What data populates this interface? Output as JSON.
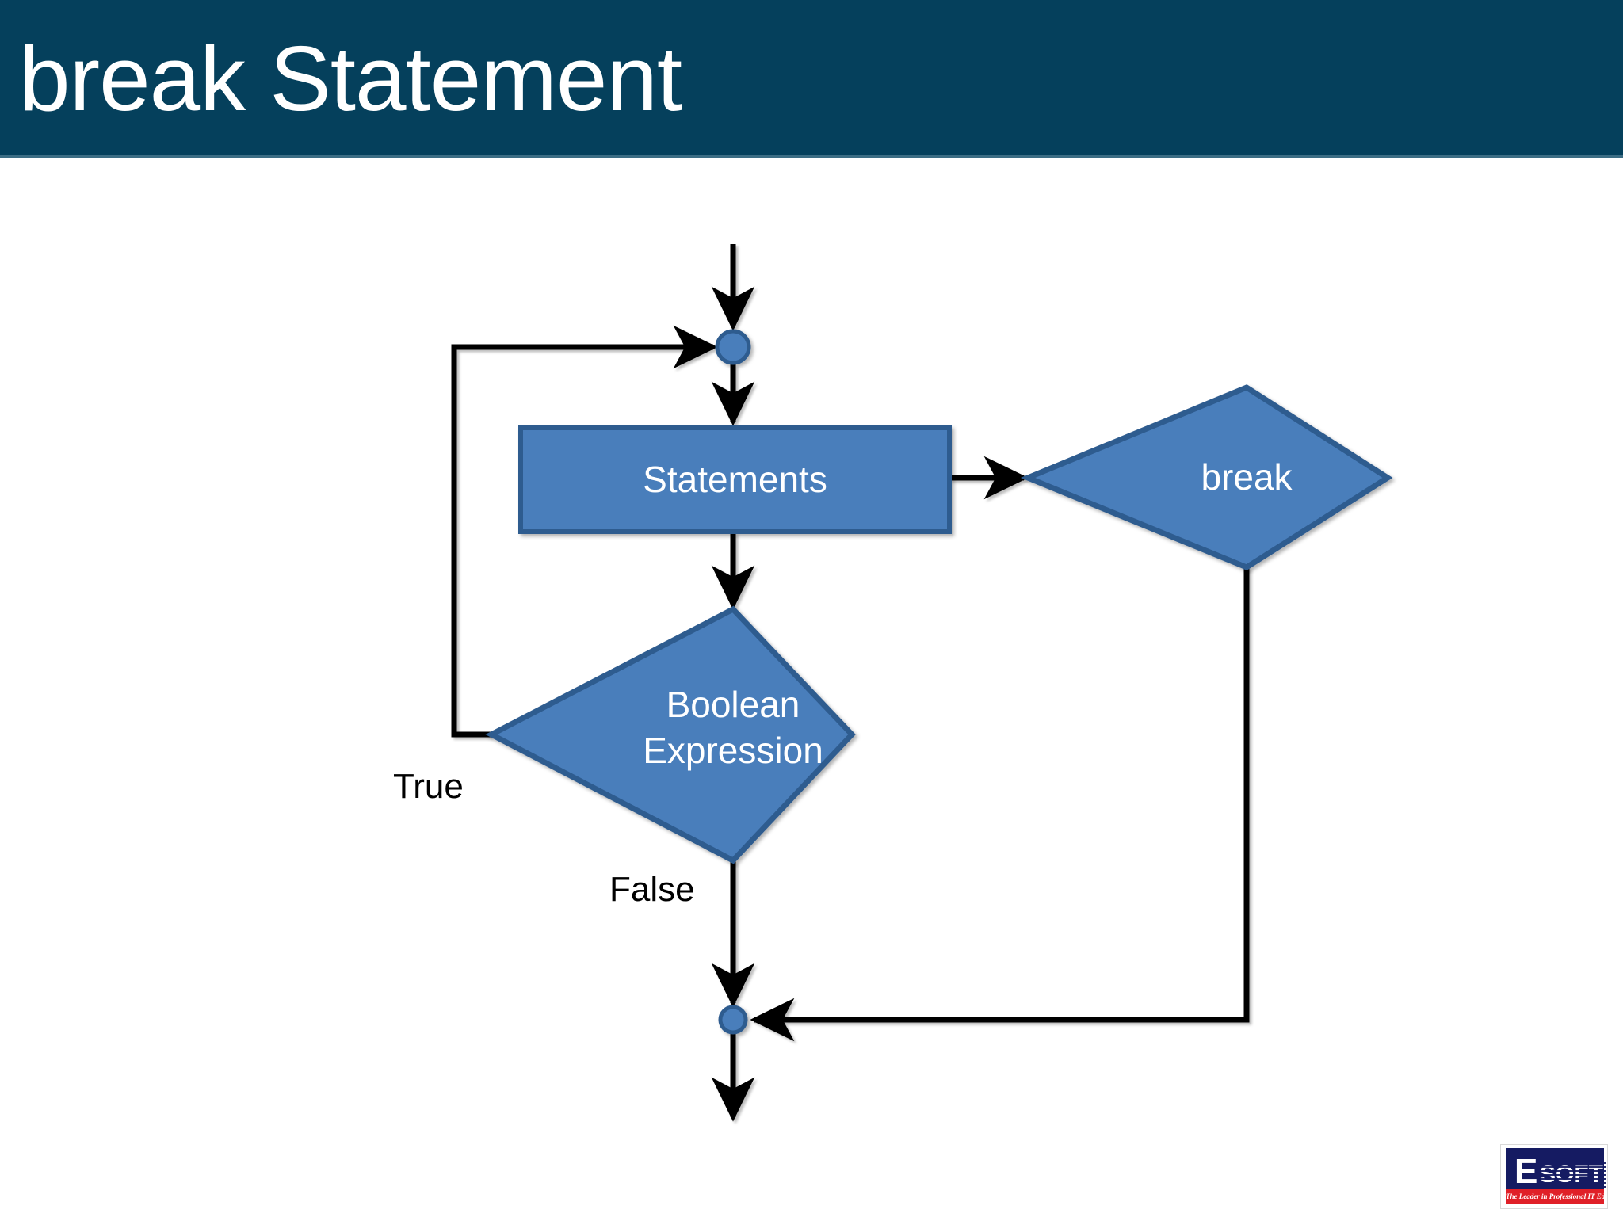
{
  "slide": {
    "title": "break Statement",
    "header_color": "#05405C",
    "background_color": "#FFFFFF",
    "title_color": "#FFFFFF"
  },
  "diagram": {
    "type": "flowchart",
    "shape_fill": "#4A7EBB",
    "shape_stroke": "#2E5B8F",
    "connector_color": "#000000",
    "nodes": [
      {
        "id": "entry",
        "kind": "entry-arrow",
        "label": ""
      },
      {
        "id": "merge-top",
        "kind": "merge-node",
        "label": ""
      },
      {
        "id": "statements",
        "kind": "process",
        "label": "Statements"
      },
      {
        "id": "break",
        "kind": "decision",
        "label": "break"
      },
      {
        "id": "condition",
        "kind": "decision",
        "label": "Boolean\nExpression"
      },
      {
        "id": "merge-bottom",
        "kind": "merge-node",
        "label": ""
      },
      {
        "id": "exit",
        "kind": "exit-arrow",
        "label": ""
      }
    ],
    "edges": [
      {
        "from": "entry",
        "to": "merge-top",
        "label": ""
      },
      {
        "from": "merge-top",
        "to": "statements",
        "label": ""
      },
      {
        "from": "statements",
        "to": "break",
        "label": ""
      },
      {
        "from": "statements",
        "to": "condition",
        "label": ""
      },
      {
        "from": "condition",
        "to": "merge-top",
        "label": "True"
      },
      {
        "from": "condition",
        "to": "merge-bottom",
        "label": "False"
      },
      {
        "from": "break",
        "to": "merge-bottom",
        "label": ""
      },
      {
        "from": "merge-bottom",
        "to": "exit",
        "label": ""
      }
    ],
    "labels": {
      "statements": "Statements",
      "break": "break",
      "condition_line1": "Boolean",
      "condition_line2": "Expression",
      "true": "True",
      "false": "False"
    }
  },
  "logo": {
    "mark_e": "E",
    "mark_soft": "SOFT",
    "tagline": "The Leader in Professional IT Education",
    "navy_color": "#151B62",
    "banner_color": "#E02028"
  }
}
